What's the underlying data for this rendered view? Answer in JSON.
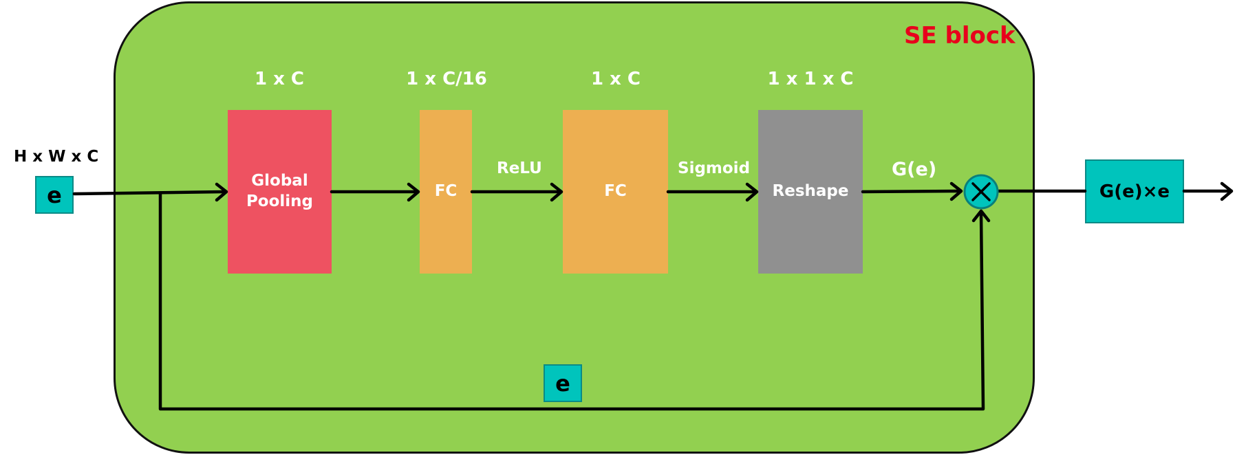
{
  "colors": {
    "block_bg": "#92d050",
    "pool": "#ee5261",
    "fc": "#edaf51",
    "reshape": "#909090",
    "teal": "#00c4bc",
    "title": "#e8001c"
  },
  "block": {
    "title": "SE block"
  },
  "input": {
    "dims": "H x W x C",
    "symbol": "e"
  },
  "stages": [
    {
      "dims": "1 x C",
      "label": "Global\nPooling"
    },
    {
      "dims": "1 x C/16",
      "label": "FC"
    },
    {
      "dims": "1 x C",
      "label": "FC"
    },
    {
      "dims": "1 x 1 x C",
      "label": "Reshape"
    }
  ],
  "activations": {
    "relu": "ReLU",
    "sigmoid": "Sigmoid",
    "gate": "G(e)"
  },
  "skip": {
    "symbol": "e"
  },
  "multiply": {
    "symbol": "×"
  },
  "output": {
    "label": "G(e)×e"
  }
}
